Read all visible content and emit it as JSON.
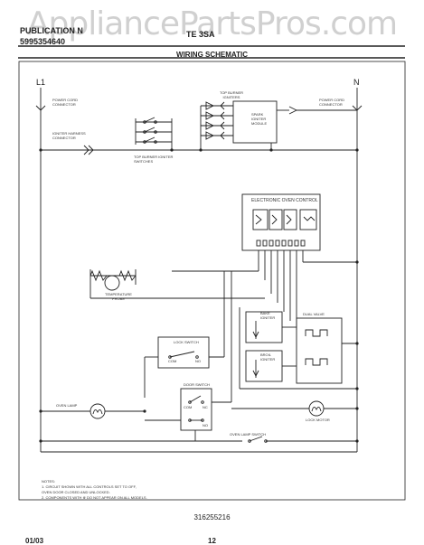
{
  "watermark": "AppliancePartsPros.com",
  "header": {
    "publication_label": "PUBLICATION N",
    "publication_number": "5995354640",
    "model": "TE 3SA",
    "title": "WIRING SCHEMATIC"
  },
  "lines": {
    "left": "L1",
    "right": "N"
  },
  "labels": {
    "power_cord_left": "POWER CORD CONNECTOR",
    "power_cord_right": "POWER CORD CONNECTOR",
    "igniter_harness": "IGNITER HARNESS CONNECTOR",
    "top_burner_switches": "TOP BURNER IGNITER SWITCHES",
    "top_burner_igniters": "TOP BURNER IGNITERS",
    "spark_module": "SPARK IGNITER MODULE",
    "eoc": "ELECTRONIC OVEN CONTROL",
    "temp_probe": "TEMPERATURE PROBE",
    "bake_igniter": "BAKE IGNITER",
    "broil_igniter": "BROIL IGNITER",
    "dual_valve": "DUAL VALVE",
    "lock_switch": "LOCK SWITCH",
    "door_switch": "DOOR SWITCH",
    "lock_motor": "LOCK MOTOR",
    "oven_lamp": "OVEN LAMP",
    "oven_lamp_switch": "OVEN LAMP SWITCH",
    "com": "COM",
    "no": "NO",
    "nc": "NC"
  },
  "notes": [
    "NOTES:",
    "1.  CIRCUIT SHOWN WITH ALL CONTROLS SET TO OFF,",
    "    OVEN DOOR CLOSED AND UNLOCKED.",
    "2.  COMPONENTS WITH  ※  DO NOT APPEAR ON ALL MODELS."
  ],
  "drawing_number": "316255216",
  "footer": {
    "date": "01/03",
    "page": "12"
  }
}
